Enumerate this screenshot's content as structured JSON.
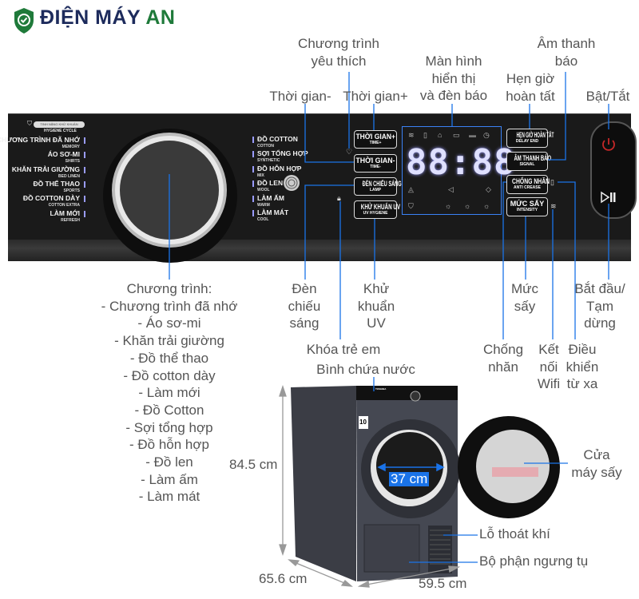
{
  "brand": {
    "name_part1": "ĐIỆN MÁY",
    "name_part2": "AN",
    "colors": {
      "primary": "#1d2b5c",
      "accent": "#1f7a3a"
    }
  },
  "accent_line_color": "#1a73e8",
  "panel": {
    "hygiene": {
      "badge": "TINH NĂNG KHỬ KHUẨN",
      "en": "HYGIENE CYCLE"
    },
    "left_programs": [
      {
        "vi": "CHƯƠNG TRÌNH ĐÃ NHỚ",
        "en": "MEMORY"
      },
      {
        "vi": "ÁO SƠ-MI",
        "en": "SHIRTS"
      },
      {
        "vi": "KHĂN TRẢI GIƯỜNG",
        "en": "BED LINEN"
      },
      {
        "vi": "ĐỒ THỂ THAO",
        "en": "SPORTS"
      },
      {
        "vi": "ĐỒ COTTON DÀY",
        "en": "COTTON EXTRA"
      },
      {
        "vi": "LÀM MỚI",
        "en": "REFRESH"
      }
    ],
    "right_programs": [
      {
        "vi": "ĐỒ COTTON",
        "en": "COTTON"
      },
      {
        "vi": "SỢI TỔNG HỢP",
        "en": "SYNTHETIC"
      },
      {
        "vi": "ĐỒ HỖN HỢP",
        "en": "MIX"
      },
      {
        "vi": "ĐỒ LEN",
        "en": "WOOL"
      },
      {
        "vi": "LÀM ẤM",
        "en": "WARM"
      },
      {
        "vi": "LÀM MÁT",
        "en": "COOL"
      }
    ],
    "buttons_left": [
      {
        "vi": "THỜI GIAN+",
        "en": "TIME+"
      },
      {
        "vi": "THỜI GIAN-",
        "en": "TIME-"
      },
      {
        "vi": "ĐÈN CHIẾU SÁNG",
        "en": "LAMP"
      },
      {
        "vi": "KHỬ KHUẨN UV",
        "en": "UV HYGIENE"
      }
    ],
    "buttons_right": [
      {
        "vi": "HẸN GIỜ HOÀN TẤT",
        "en": "DELAY END"
      },
      {
        "vi": "ÂM THANH BÁO",
        "en": "SIGNAL"
      },
      {
        "vi": "CHỐNG NHĂN",
        "en": "ANTI CREASE"
      },
      {
        "vi": "MỨC SẤY",
        "en": "INTENSITY"
      }
    ],
    "display_digits": "88:88"
  },
  "callouts": {
    "favorite": [
      "Chương trình",
      "yêu thích"
    ],
    "time_minus": "Thời gian-",
    "time_plus": "Thời gian+",
    "display": [
      "Màn hình",
      "hiển thị",
      "và đèn báo"
    ],
    "signal": [
      "Âm thanh",
      "báo"
    ],
    "delay_end": [
      "Hẹn giờ",
      "hoàn tất"
    ],
    "power": "Bật/Tắt",
    "programs": [
      "Chương trình:",
      "- Chương trình đã nhớ",
      "- Áo sơ-mi",
      "- Khăn trải giường",
      "- Đồ thể thao",
      "- Đồ cotton dày",
      "- Làm mới",
      "- Đồ Cotton",
      "- Sợi tổng hợp",
      "- Đồ hỗn hợp",
      "- Đồ len",
      "- Làm ấm",
      "- Làm mát"
    ],
    "lamp": [
      "Đèn",
      "chiếu",
      "sáng"
    ],
    "uv": [
      "Khử",
      "khuẩn",
      "UV"
    ],
    "child_lock": "Khóa trẻ em",
    "water_tank": "Bình chứa nước",
    "intensity": [
      "Mức",
      "sấy"
    ],
    "start_pause": [
      "Bắt đầu/",
      "Tạm",
      "dừng"
    ],
    "anti_crease": [
      "Chống",
      "nhăn"
    ],
    "wifi": [
      "Kết",
      "nối",
      "Wifi"
    ],
    "remote": [
      "Điều",
      "khiển",
      "từ xa"
    ],
    "door": [
      "Cửa",
      "máy sấy"
    ],
    "vent": "Lỗ thoát khí",
    "condenser": "Bộ phận ngưng tụ"
  },
  "dimensions": {
    "height": "84.5 cm",
    "depth": "65.6 cm",
    "width": "59.5 cm",
    "door_diameter": "37 cm"
  },
  "product": {
    "brand_mark": "TOSHIBA",
    "energy_label": "10"
  }
}
